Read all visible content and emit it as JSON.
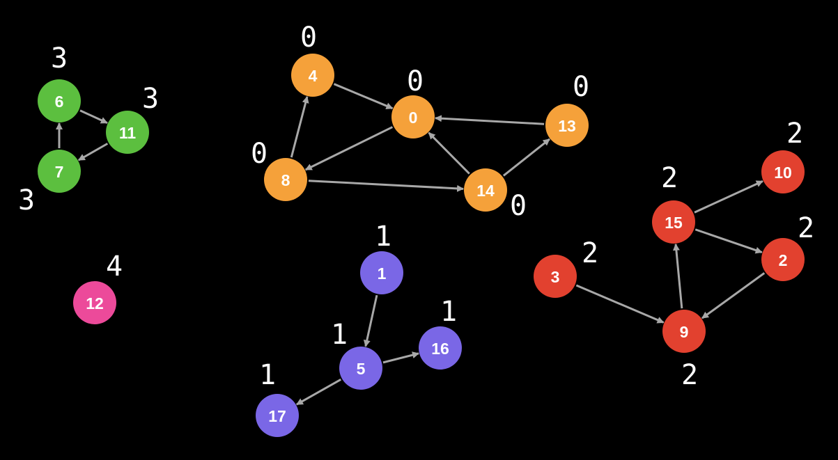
{
  "diagram": {
    "colors": {
      "background": "#000000",
      "edge": "#a8a8a8",
      "green": "#5cbf3f",
      "orange": "#f5a13a",
      "purple": "#7a67e6",
      "red": "#e2412f",
      "pink": "#ec4a9a"
    },
    "nodes": [
      {
        "id": "6",
        "color": "green"
      },
      {
        "id": "11",
        "color": "green"
      },
      {
        "id": "7",
        "color": "green"
      },
      {
        "id": "12",
        "color": "pink"
      },
      {
        "id": "4",
        "color": "orange"
      },
      {
        "id": "0",
        "color": "orange"
      },
      {
        "id": "13",
        "color": "orange"
      },
      {
        "id": "8",
        "color": "orange"
      },
      {
        "id": "14",
        "color": "orange"
      },
      {
        "id": "1",
        "color": "purple"
      },
      {
        "id": "5",
        "color": "purple"
      },
      {
        "id": "16",
        "color": "purple"
      },
      {
        "id": "17",
        "color": "purple"
      },
      {
        "id": "10",
        "color": "red"
      },
      {
        "id": "15",
        "color": "red"
      },
      {
        "id": "2",
        "color": "red"
      },
      {
        "id": "3",
        "color": "red"
      },
      {
        "id": "9",
        "color": "red"
      }
    ],
    "edges": [
      {
        "from": "6",
        "to": "11"
      },
      {
        "from": "11",
        "to": "7"
      },
      {
        "from": "7",
        "to": "6"
      },
      {
        "from": "4",
        "to": "0"
      },
      {
        "from": "0",
        "to": "8"
      },
      {
        "from": "8",
        "to": "4"
      },
      {
        "from": "8",
        "to": "14"
      },
      {
        "from": "14",
        "to": "0"
      },
      {
        "from": "14",
        "to": "13"
      },
      {
        "from": "13",
        "to": "0"
      },
      {
        "from": "1",
        "to": "5"
      },
      {
        "from": "5",
        "to": "16"
      },
      {
        "from": "5",
        "to": "17"
      },
      {
        "from": "15",
        "to": "10"
      },
      {
        "from": "15",
        "to": "2"
      },
      {
        "from": "2",
        "to": "9"
      },
      {
        "from": "3",
        "to": "9"
      },
      {
        "from": "9",
        "to": "15"
      }
    ],
    "component_labels": [
      {
        "node": "6",
        "text": "3"
      },
      {
        "node": "11",
        "text": "3"
      },
      {
        "node": "7",
        "text": "3"
      },
      {
        "node": "12",
        "text": "4"
      },
      {
        "node": "4",
        "text": "0"
      },
      {
        "node": "0",
        "text": "0"
      },
      {
        "node": "13",
        "text": "0"
      },
      {
        "node": "8",
        "text": "0"
      },
      {
        "node": "14",
        "text": "0"
      },
      {
        "node": "1",
        "text": "1"
      },
      {
        "node": "5",
        "text": "1"
      },
      {
        "node": "16",
        "text": "1"
      },
      {
        "node": "17",
        "text": "1"
      },
      {
        "node": "10",
        "text": "2"
      },
      {
        "node": "15",
        "text": "2"
      },
      {
        "node": "2",
        "text": "2"
      },
      {
        "node": "3",
        "text": "2"
      },
      {
        "node": "9",
        "text": "2"
      }
    ]
  }
}
